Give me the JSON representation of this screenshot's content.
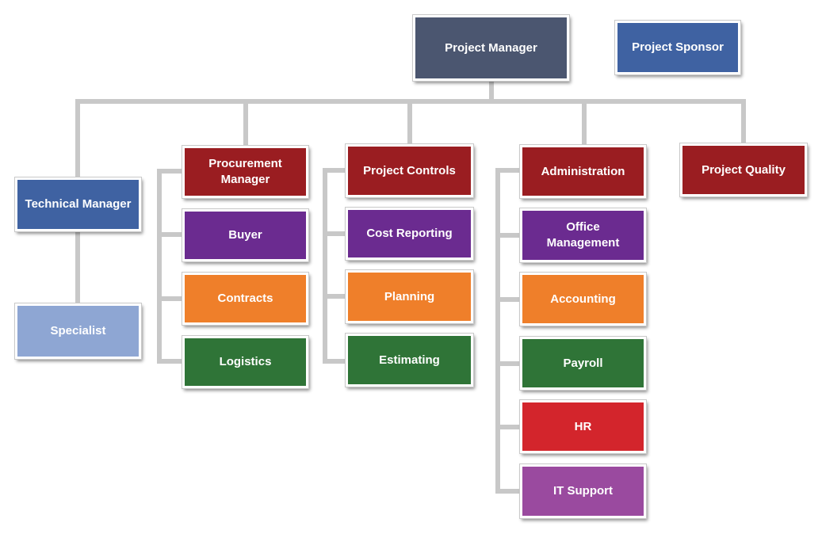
{
  "colors": {
    "connector": "#c8c8c8",
    "navy": "#4b5670",
    "blue": "#3f62a2",
    "light_blue": "#8ea6d3",
    "maroon": "#9a1d21",
    "purple": "#6b2b90",
    "orange": "#ef7f2a",
    "green": "#2f7437",
    "red": "#d3252c",
    "violet": "#9a4a9f"
  },
  "top": {
    "project_manager": "Project Manager",
    "project_sponsor": "Project Sponsor"
  },
  "technical": {
    "head": "Technical Manager",
    "items": [
      "Specialist"
    ]
  },
  "procurement": {
    "head_line1": "Procurement",
    "head_line2": "Manager",
    "items": [
      "Buyer",
      "Contracts",
      "Logistics"
    ]
  },
  "controls": {
    "head": "Project Controls",
    "items": [
      "Cost Reporting",
      "Planning",
      "Estimating"
    ]
  },
  "administration": {
    "head": "Administration",
    "office_line1": "Office",
    "office_line2": "Management",
    "items": [
      "Accounting",
      "Payroll",
      "HR",
      "IT Support"
    ]
  },
  "quality": {
    "head": "Project Quality"
  }
}
